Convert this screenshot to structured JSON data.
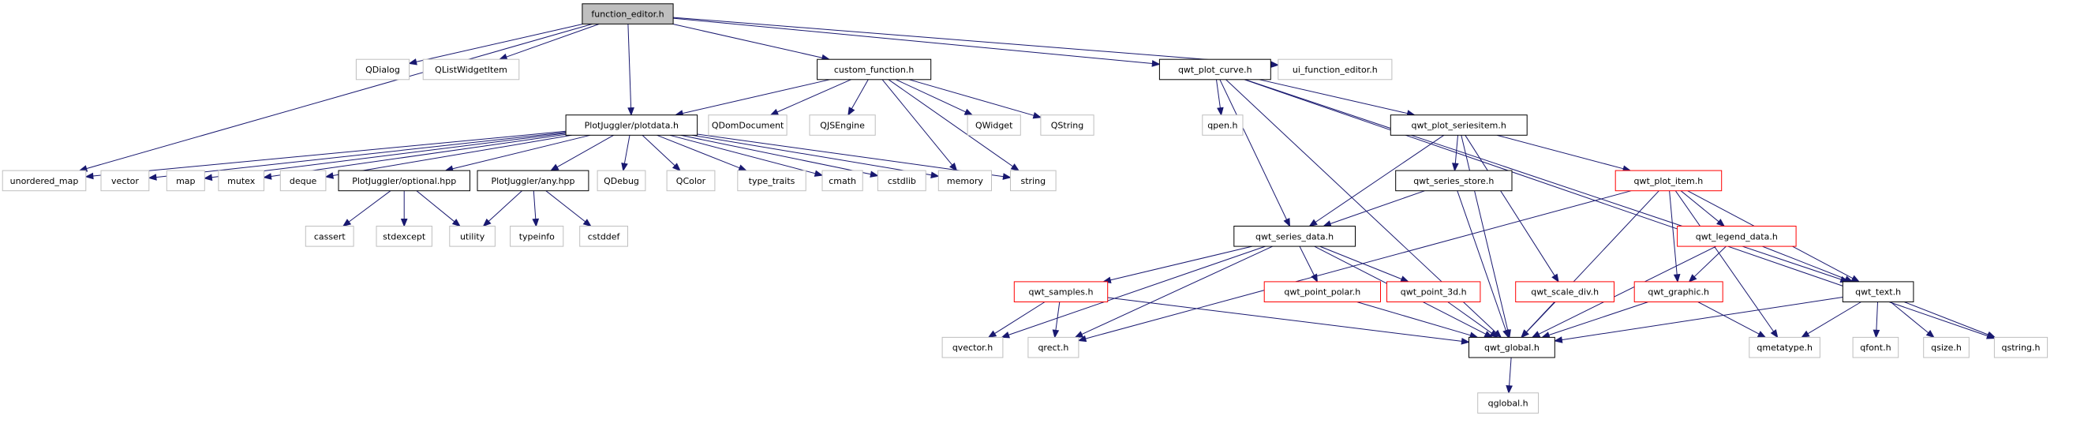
{
  "colors": {
    "edge": "#191970",
    "main_fill": "#bfbfbf",
    "main_stroke": "#000000",
    "internal_stroke": "#000000",
    "external_stroke": "#bfbfbf",
    "incomplete_stroke": "#ff0000",
    "text": "#000000"
  },
  "nodes": [
    {
      "id": "function_editor_h",
      "label": "function_editor.h",
      "kind": "main"
    },
    {
      "id": "qdialog",
      "label": "QDialog",
      "kind": "external"
    },
    {
      "id": "qlistwidgetitem",
      "label": "QListWidgetItem",
      "kind": "external"
    },
    {
      "id": "custom_function_h",
      "label": "custom_function.h",
      "kind": "internal"
    },
    {
      "id": "qwt_plot_curve_h",
      "label": "qwt_plot_curve.h",
      "kind": "internal"
    },
    {
      "id": "ui_function_editor_h",
      "label": "ui_function_editor.h",
      "kind": "external"
    },
    {
      "id": "plotdata_h",
      "label": "PlotJuggler/plotdata.h",
      "kind": "internal"
    },
    {
      "id": "qdomdocument",
      "label": "QDomDocument",
      "kind": "external"
    },
    {
      "id": "qjsengine",
      "label": "QJSEngine",
      "kind": "external"
    },
    {
      "id": "qwidget",
      "label": "QWidget",
      "kind": "external"
    },
    {
      "id": "qstring",
      "label": "QString",
      "kind": "external"
    },
    {
      "id": "qpen_h",
      "label": "qpen.h",
      "kind": "external"
    },
    {
      "id": "qwt_plot_seriesitem_h",
      "label": "qwt_plot_seriesitem.h",
      "kind": "internal"
    },
    {
      "id": "unordered_map",
      "label": "unordered_map",
      "kind": "external"
    },
    {
      "id": "vector",
      "label": "vector",
      "kind": "external"
    },
    {
      "id": "map",
      "label": "map",
      "kind": "external"
    },
    {
      "id": "mutex",
      "label": "mutex",
      "kind": "external"
    },
    {
      "id": "deque",
      "label": "deque",
      "kind": "external"
    },
    {
      "id": "optional_hpp",
      "label": "PlotJuggler/optional.hpp",
      "kind": "internal"
    },
    {
      "id": "any_hpp",
      "label": "PlotJuggler/any.hpp",
      "kind": "internal"
    },
    {
      "id": "qdebug",
      "label": "QDebug",
      "kind": "external"
    },
    {
      "id": "qcolor",
      "label": "QColor",
      "kind": "external"
    },
    {
      "id": "type_traits",
      "label": "type_traits",
      "kind": "external"
    },
    {
      "id": "cmath",
      "label": "cmath",
      "kind": "external"
    },
    {
      "id": "cstdlib",
      "label": "cstdlib",
      "kind": "external"
    },
    {
      "id": "memory",
      "label": "memory",
      "kind": "external"
    },
    {
      "id": "string",
      "label": "string",
      "kind": "external"
    },
    {
      "id": "qwt_series_store_h",
      "label": "qwt_series_store.h",
      "kind": "internal"
    },
    {
      "id": "qwt_plot_item_h",
      "label": "qwt_plot_item.h",
      "kind": "incomplete"
    },
    {
      "id": "cassert",
      "label": "cassert",
      "kind": "external"
    },
    {
      "id": "stdexcept",
      "label": "stdexcept",
      "kind": "external"
    },
    {
      "id": "utility",
      "label": "utility",
      "kind": "external"
    },
    {
      "id": "typeinfo",
      "label": "typeinfo",
      "kind": "external"
    },
    {
      "id": "cstddef",
      "label": "cstddef",
      "kind": "external"
    },
    {
      "id": "qwt_series_data_h",
      "label": "qwt_series_data.h",
      "kind": "internal"
    },
    {
      "id": "qwt_legend_data_h",
      "label": "qwt_legend_data.h",
      "kind": "incomplete"
    },
    {
      "id": "qwt_samples_h",
      "label": "qwt_samples.h",
      "kind": "incomplete"
    },
    {
      "id": "qwt_point_polar_h",
      "label": "qwt_point_polar.h",
      "kind": "incomplete"
    },
    {
      "id": "qwt_point_3d_h",
      "label": "qwt_point_3d.h",
      "kind": "incomplete"
    },
    {
      "id": "qwt_scale_div_h",
      "label": "qwt_scale_div.h",
      "kind": "incomplete"
    },
    {
      "id": "qwt_graphic_h",
      "label": "qwt_graphic.h",
      "kind": "incomplete"
    },
    {
      "id": "qwt_text_h",
      "label": "qwt_text.h",
      "kind": "internal"
    },
    {
      "id": "qvector_h",
      "label": "qvector.h",
      "kind": "external"
    },
    {
      "id": "qrect_h",
      "label": "qrect.h",
      "kind": "external"
    },
    {
      "id": "qwt_global_h",
      "label": "qwt_global.h",
      "kind": "internal"
    },
    {
      "id": "qmetatype_h",
      "label": "qmetatype.h",
      "kind": "external"
    },
    {
      "id": "qfont_h",
      "label": "qfont.h",
      "kind": "external"
    },
    {
      "id": "qsize_h",
      "label": "qsize.h",
      "kind": "external"
    },
    {
      "id": "qstring_h",
      "label": "qstring.h",
      "kind": "external"
    },
    {
      "id": "qglobal_h",
      "label": "qglobal.h",
      "kind": "external"
    }
  ],
  "edges": [
    {
      "from": "function_editor_h",
      "to": "qdialog"
    },
    {
      "from": "function_editor_h",
      "to": "qlistwidgetitem"
    },
    {
      "from": "function_editor_h",
      "to": "custom_function_h"
    },
    {
      "from": "function_editor_h",
      "to": "qwt_plot_curve_h"
    },
    {
      "from": "function_editor_h",
      "to": "ui_function_editor_h"
    },
    {
      "from": "function_editor_h",
      "to": "plotdata_h"
    },
    {
      "from": "function_editor_h",
      "to": "unordered_map"
    },
    {
      "from": "custom_function_h",
      "to": "plotdata_h"
    },
    {
      "from": "custom_function_h",
      "to": "qdomdocument"
    },
    {
      "from": "custom_function_h",
      "to": "qjsengine"
    },
    {
      "from": "custom_function_h",
      "to": "qwidget"
    },
    {
      "from": "custom_function_h",
      "to": "qstring"
    },
    {
      "from": "custom_function_h",
      "to": "memory"
    },
    {
      "from": "custom_function_h",
      "to": "string"
    },
    {
      "from": "plotdata_h",
      "to": "unordered_map"
    },
    {
      "from": "plotdata_h",
      "to": "vector"
    },
    {
      "from": "plotdata_h",
      "to": "map"
    },
    {
      "from": "plotdata_h",
      "to": "mutex"
    },
    {
      "from": "plotdata_h",
      "to": "deque"
    },
    {
      "from": "plotdata_h",
      "to": "optional_hpp"
    },
    {
      "from": "plotdata_h",
      "to": "any_hpp"
    },
    {
      "from": "plotdata_h",
      "to": "qdebug"
    },
    {
      "from": "plotdata_h",
      "to": "qcolor"
    },
    {
      "from": "plotdata_h",
      "to": "type_traits"
    },
    {
      "from": "plotdata_h",
      "to": "cmath"
    },
    {
      "from": "plotdata_h",
      "to": "cstdlib"
    },
    {
      "from": "plotdata_h",
      "to": "memory"
    },
    {
      "from": "plotdata_h",
      "to": "string"
    },
    {
      "from": "optional_hpp",
      "to": "cassert"
    },
    {
      "from": "optional_hpp",
      "to": "stdexcept"
    },
    {
      "from": "optional_hpp",
      "to": "utility"
    },
    {
      "from": "any_hpp",
      "to": "utility"
    },
    {
      "from": "any_hpp",
      "to": "typeinfo"
    },
    {
      "from": "any_hpp",
      "to": "cstddef"
    },
    {
      "from": "qwt_plot_curve_h",
      "to": "qpen_h"
    },
    {
      "from": "qwt_plot_curve_h",
      "to": "qwt_plot_seriesitem_h"
    },
    {
      "from": "qwt_plot_curve_h",
      "to": "qwt_series_data_h"
    },
    {
      "from": "qwt_plot_curve_h",
      "to": "qwt_global_h"
    },
    {
      "from": "qwt_plot_curve_h",
      "to": "qwt_text_h"
    },
    {
      "from": "qwt_plot_curve_h",
      "to": "qstring_h"
    },
    {
      "from": "qwt_plot_seriesitem_h",
      "to": "qwt_series_store_h"
    },
    {
      "from": "qwt_plot_seriesitem_h",
      "to": "qwt_plot_item_h"
    },
    {
      "from": "qwt_plot_seriesitem_h",
      "to": "qwt_series_data_h"
    },
    {
      "from": "qwt_plot_seriesitem_h",
      "to": "qwt_scale_div_h"
    },
    {
      "from": "qwt_plot_seriesitem_h",
      "to": "qwt_global_h"
    },
    {
      "from": "qwt_series_store_h",
      "to": "qwt_series_data_h"
    },
    {
      "from": "qwt_series_store_h",
      "to": "qwt_global_h"
    },
    {
      "from": "qwt_plot_item_h",
      "to": "qwt_legend_data_h"
    },
    {
      "from": "qwt_plot_item_h",
      "to": "qwt_graphic_h"
    },
    {
      "from": "qwt_plot_item_h",
      "to": "qwt_text_h"
    },
    {
      "from": "qwt_plot_item_h",
      "to": "qwt_global_h"
    },
    {
      "from": "qwt_plot_item_h",
      "to": "qmetatype_h"
    },
    {
      "from": "qwt_plot_item_h",
      "to": "qrect_h"
    },
    {
      "from": "qwt_series_data_h",
      "to": "qwt_samples_h"
    },
    {
      "from": "qwt_series_data_h",
      "to": "qwt_point_polar_h"
    },
    {
      "from": "qwt_series_data_h",
      "to": "qwt_point_3d_h"
    },
    {
      "from": "qwt_series_data_h",
      "to": "qvector_h"
    },
    {
      "from": "qwt_series_data_h",
      "to": "qrect_h"
    },
    {
      "from": "qwt_series_data_h",
      "to": "qwt_global_h"
    },
    {
      "from": "qwt_samples_h",
      "to": "qvector_h"
    },
    {
      "from": "qwt_samples_h",
      "to": "qrect_h"
    },
    {
      "from": "qwt_samples_h",
      "to": "qwt_global_h"
    },
    {
      "from": "qwt_point_polar_h",
      "to": "qwt_global_h"
    },
    {
      "from": "qwt_point_3d_h",
      "to": "qwt_global_h"
    },
    {
      "from": "qwt_scale_div_h",
      "to": "qwt_global_h"
    },
    {
      "from": "qwt_legend_data_h",
      "to": "qwt_graphic_h"
    },
    {
      "from": "qwt_legend_data_h",
      "to": "qwt_text_h"
    },
    {
      "from": "qwt_legend_data_h",
      "to": "qwt_global_h"
    },
    {
      "from": "qwt_graphic_h",
      "to": "qwt_global_h"
    },
    {
      "from": "qwt_graphic_h",
      "to": "qmetatype_h"
    },
    {
      "from": "qwt_text_h",
      "to": "qwt_global_h"
    },
    {
      "from": "qwt_text_h",
      "to": "qmetatype_h"
    },
    {
      "from": "qwt_text_h",
      "to": "qfont_h"
    },
    {
      "from": "qwt_text_h",
      "to": "qsize_h"
    },
    {
      "from": "qwt_text_h",
      "to": "qstring_h"
    },
    {
      "from": "qwt_global_h",
      "to": "qglobal_h"
    }
  ]
}
